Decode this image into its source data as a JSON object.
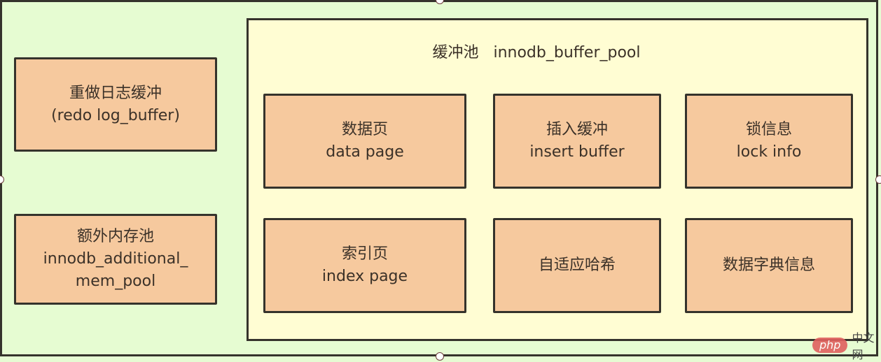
{
  "diagram": {
    "outer_container": {
      "background": "#e6fcd2",
      "border": "#35332c"
    },
    "left_boxes": [
      {
        "line1": "重做日志缓冲",
        "line2": "(redo log_buffer)",
        "line3": ""
      },
      {
        "line1": "额外内存池",
        "line2": "innodb_additional_",
        "line3": "mem_pool"
      }
    ],
    "buffer_pool": {
      "title": "缓冲池   innodb_buffer_pool",
      "background": "#fffdd3",
      "boxes": [
        {
          "line1": "数据页",
          "line2": "data page"
        },
        {
          "line1": "插入缓冲",
          "line2": "insert buffer"
        },
        {
          "line1": "锁信息",
          "line2": "lock info"
        },
        {
          "line1": "索引页",
          "line2": "index page"
        },
        {
          "line1": "自适应哈希",
          "line2": ""
        },
        {
          "line1": "数据字典信息",
          "line2": ""
        }
      ]
    },
    "box_fill": "#f6c99e"
  },
  "watermark": {
    "logo": "php",
    "text": "中文网"
  }
}
